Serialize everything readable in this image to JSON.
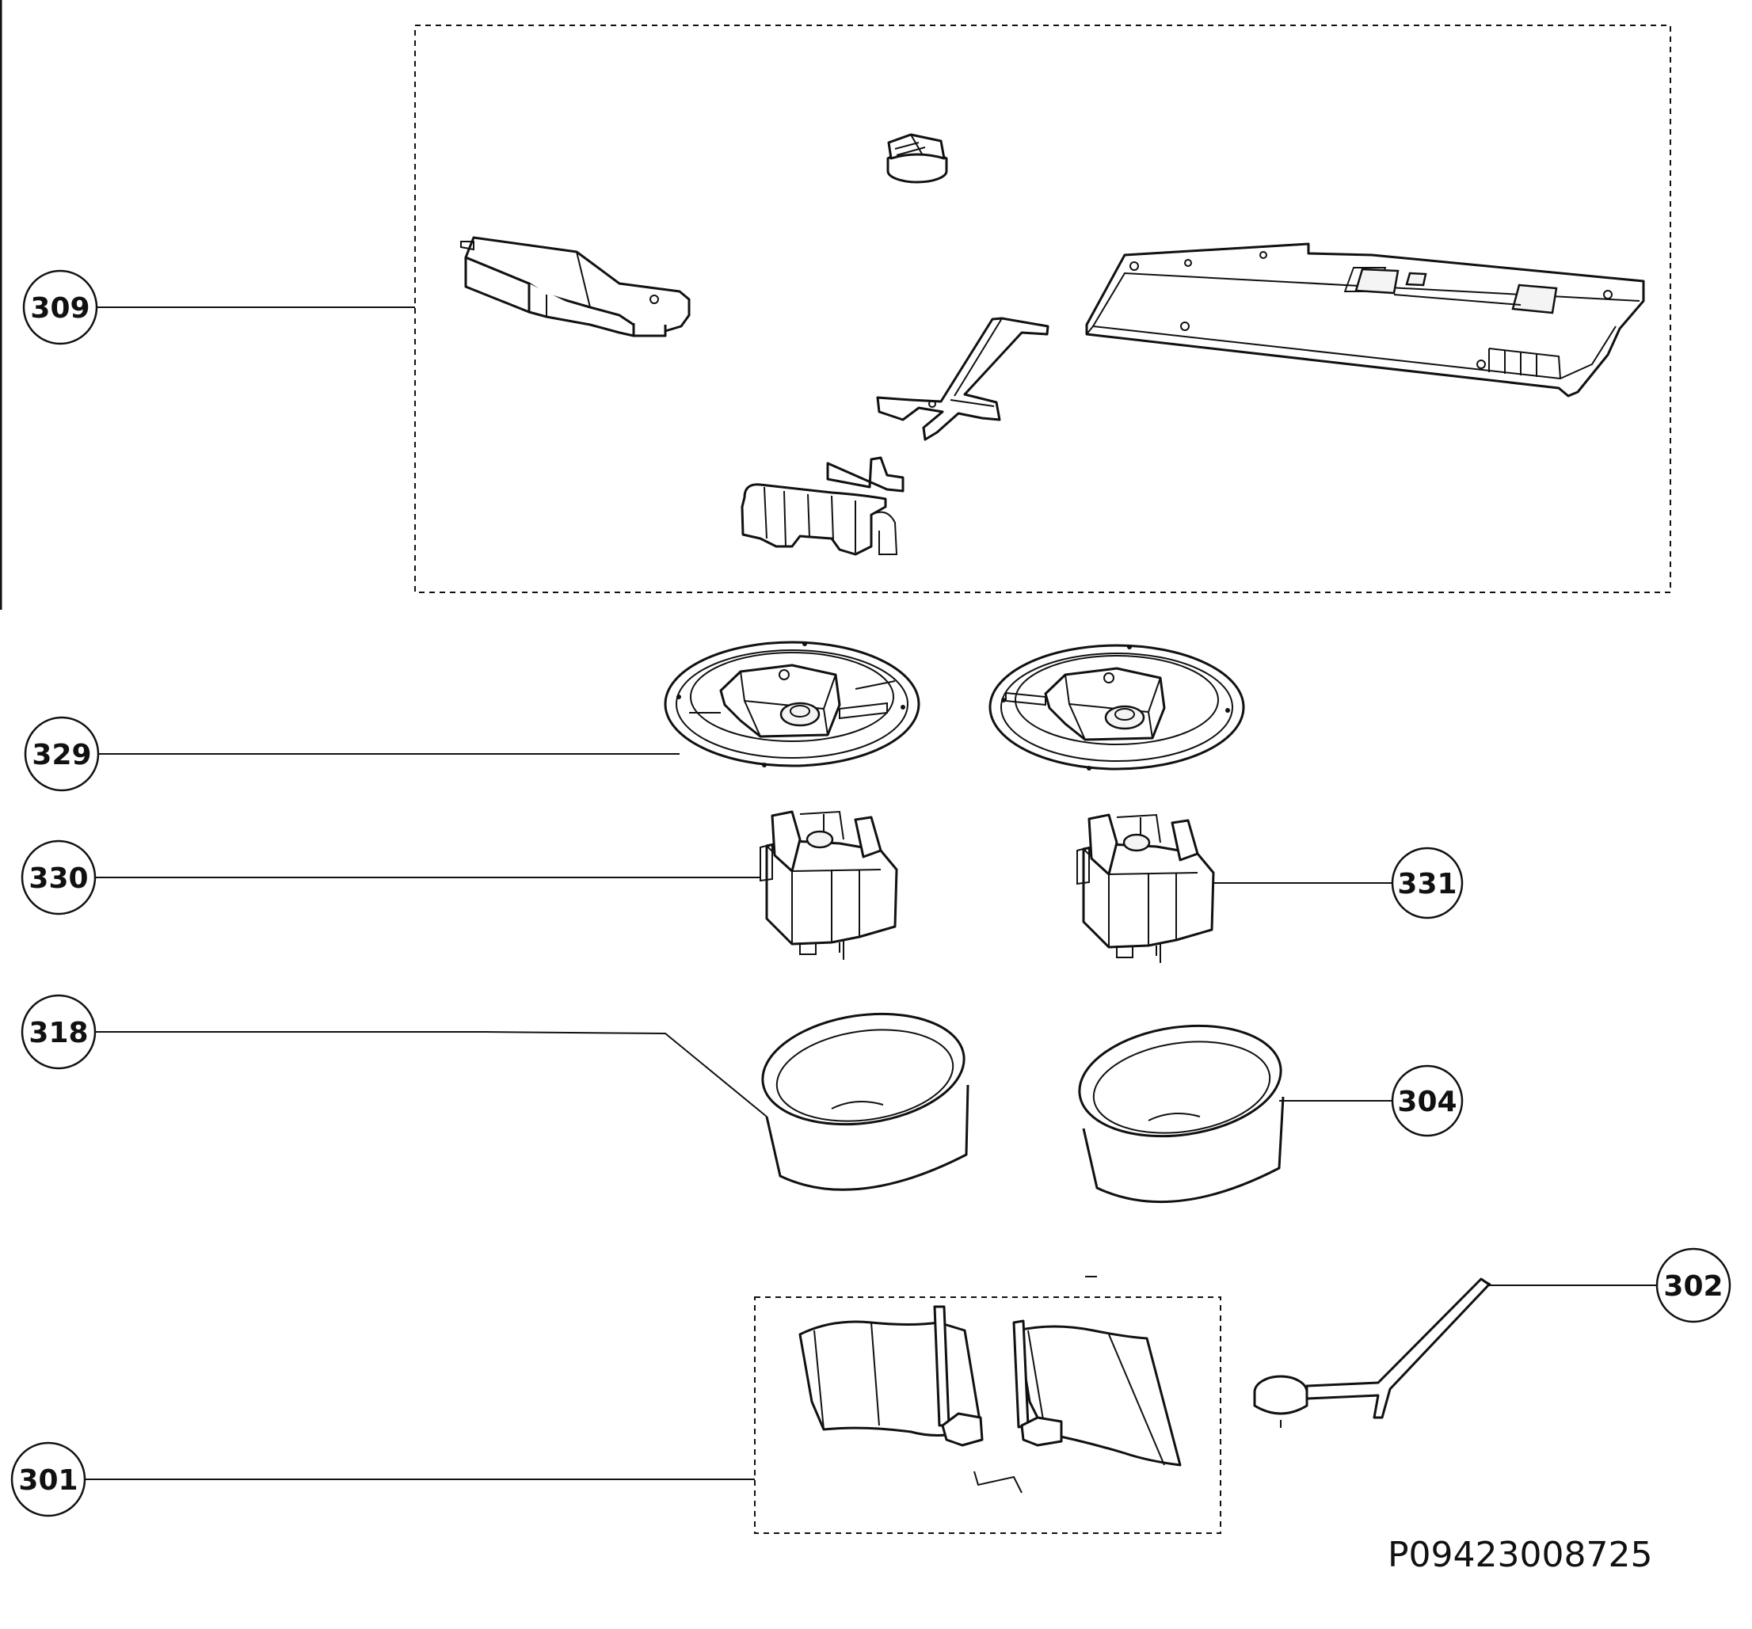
{
  "callouts": [
    {
      "id": "309",
      "label": "309"
    },
    {
      "id": "329",
      "label": "329"
    },
    {
      "id": "330",
      "label": "330"
    },
    {
      "id": "331",
      "label": "331"
    },
    {
      "id": "318",
      "label": "318"
    },
    {
      "id": "304",
      "label": "304"
    },
    {
      "id": "302",
      "label": "302"
    },
    {
      "id": "301",
      "label": "301"
    }
  ],
  "drawing_code": "P09423008725",
  "parts": [
    {
      "id": "knob",
      "icon": "control-knob-icon"
    },
    {
      "id": "hinge-bracket",
      "icon": "bracket-icon"
    },
    {
      "id": "control-board",
      "icon": "circuit-board-icon"
    },
    {
      "id": "lever-arm",
      "icon": "lever-icon"
    },
    {
      "id": "motor-cover-left",
      "icon": "motor-cover-icon"
    },
    {
      "id": "motor-cover-right",
      "icon": "motor-cover-icon"
    },
    {
      "id": "motor-left",
      "icon": "motor-icon"
    },
    {
      "id": "motor-right",
      "icon": "motor-icon"
    },
    {
      "id": "ring-left",
      "icon": "duct-ring-icon"
    },
    {
      "id": "ring-right",
      "icon": "duct-ring-icon"
    },
    {
      "id": "damper-flaps",
      "icon": "damper-flap-icon"
    },
    {
      "id": "sensor-probe",
      "icon": "sensor-probe-icon"
    }
  ]
}
